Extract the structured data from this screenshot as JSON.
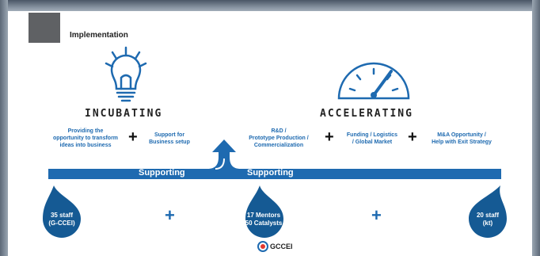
{
  "title": "Implementation",
  "incubating": {
    "heading": "INCUBATING",
    "item1": [
      "Providing the",
      "opportunity to transform",
      "ideas into business"
    ],
    "item2": [
      "Support for",
      "Business setup"
    ]
  },
  "accelerating": {
    "heading": "ACCELERATING",
    "item1": [
      "R&D /",
      "Prototype Production /",
      "Commercialization"
    ],
    "item2": [
      "Funding / Logistics",
      "/ Global Market"
    ],
    "item3": [
      "M&A Opportunity /",
      "Help with Exit Strategy"
    ]
  },
  "band": {
    "left_label": "Supporting",
    "right_label": "Supporting"
  },
  "drops": [
    {
      "line1": "35 staff",
      "line2": "(G-CCEI)"
    },
    {
      "line1": "17 Mentors",
      "line2": "50 Catalysts"
    },
    {
      "line1": "20 staff",
      "line2": "(kt)"
    }
  ],
  "plus_sign": "+",
  "logo": {
    "text": "GCCEI"
  },
  "colors": {
    "accent": "#1e6ab0",
    "dark_blue": "#155a94",
    "bulb": "#1e6ab0"
  },
  "icons": [
    "lightbulb-icon",
    "speedometer-icon",
    "logo-icon"
  ]
}
